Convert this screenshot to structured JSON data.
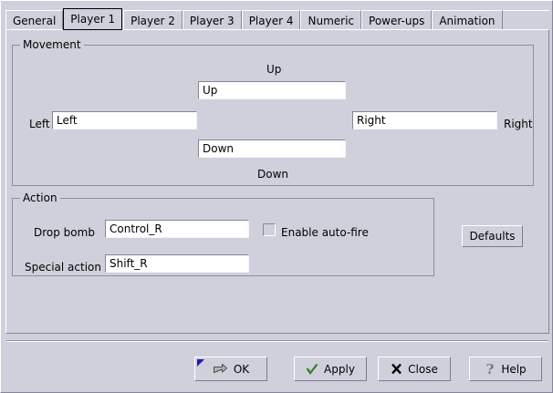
{
  "tabs": [
    {
      "label": "General",
      "selected": false
    },
    {
      "label": "Player 1",
      "selected": true
    },
    {
      "label": "Player 2",
      "selected": false
    },
    {
      "label": "Player 3",
      "selected": false
    },
    {
      "label": "Player 4",
      "selected": false
    },
    {
      "label": "Numeric",
      "selected": false
    },
    {
      "label": "Power-ups",
      "selected": false
    },
    {
      "label": "Animation",
      "selected": false
    }
  ],
  "movement": {
    "group_title": "Movement",
    "up_label": "Up",
    "up_value": "Up",
    "left_label": "Left",
    "left_value": "Left",
    "right_label": "Right",
    "right_value": "Right",
    "down_label": "Down",
    "down_value": "Down"
  },
  "action": {
    "group_title": "Action",
    "drop_bomb_label": "Drop bomb",
    "drop_bomb_value": "Control_R",
    "special_action_label": "Special action",
    "special_action_value": "Shift_R",
    "autofire_label": "Enable auto-fire",
    "autofire_checked": false
  },
  "defaults_button": {
    "label": "Defaults"
  },
  "buttons": [
    {
      "label": "OK",
      "icon": "enter-arrow-icon",
      "focused": true
    },
    {
      "label": "Apply",
      "icon": "check-icon",
      "focused": false
    },
    {
      "label": "Close",
      "icon": "x-icon",
      "focused": false
    },
    {
      "label": "Help",
      "icon": "question-icon",
      "focused": false
    }
  ],
  "colors": {
    "window_bg": "#d0d0dc",
    "field_bg": "#ffffff",
    "border_dark": "#85859a",
    "border_light": "#ffffff",
    "group_border": "#8d8da4",
    "focus_marker": "#1b1bb4",
    "check_green": "#3c7a28",
    "icon_gray": "#7a7a8c"
  }
}
